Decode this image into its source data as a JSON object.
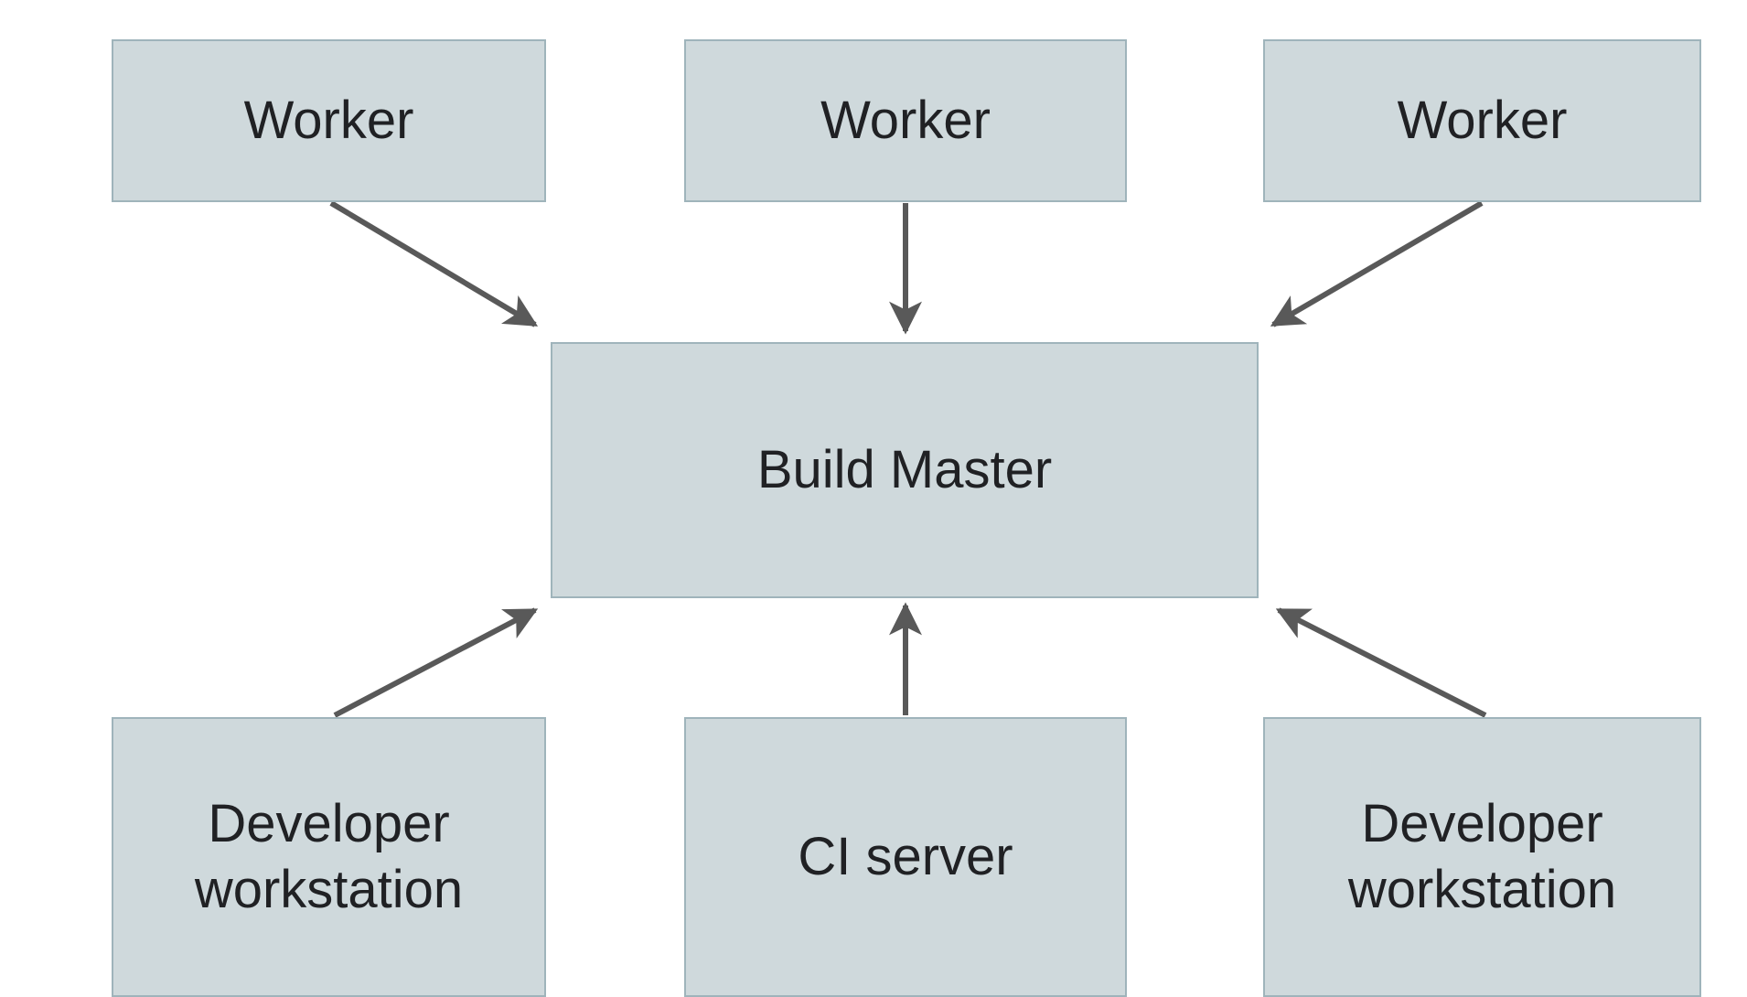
{
  "theme": {
    "background": "#ffffff",
    "box_fill": "#cfd9dc",
    "box_border": "#9fb4bb",
    "arrow_color": "#595959",
    "text_color": "#202124"
  },
  "diagram": {
    "title": "",
    "nodes": [
      {
        "id": "worker-1",
        "label": "Worker"
      },
      {
        "id": "worker-2",
        "label": "Worker"
      },
      {
        "id": "worker-3",
        "label": "Worker"
      },
      {
        "id": "build-master",
        "label": "Build Master"
      },
      {
        "id": "developer-workstation-left",
        "label": "Developer workstation"
      },
      {
        "id": "ci-server",
        "label": "CI server"
      },
      {
        "id": "developer-workstation-right",
        "label": "Developer workstation"
      }
    ],
    "edges": [
      {
        "from": "worker-1",
        "to": "build-master",
        "direction": "down"
      },
      {
        "from": "worker-2",
        "to": "build-master",
        "direction": "down"
      },
      {
        "from": "worker-3",
        "to": "build-master",
        "direction": "down"
      },
      {
        "from": "developer-workstation-left",
        "to": "build-master",
        "direction": "up"
      },
      {
        "from": "ci-server",
        "to": "build-master",
        "direction": "up"
      },
      {
        "from": "developer-workstation-right",
        "to": "build-master",
        "direction": "up"
      }
    ]
  }
}
